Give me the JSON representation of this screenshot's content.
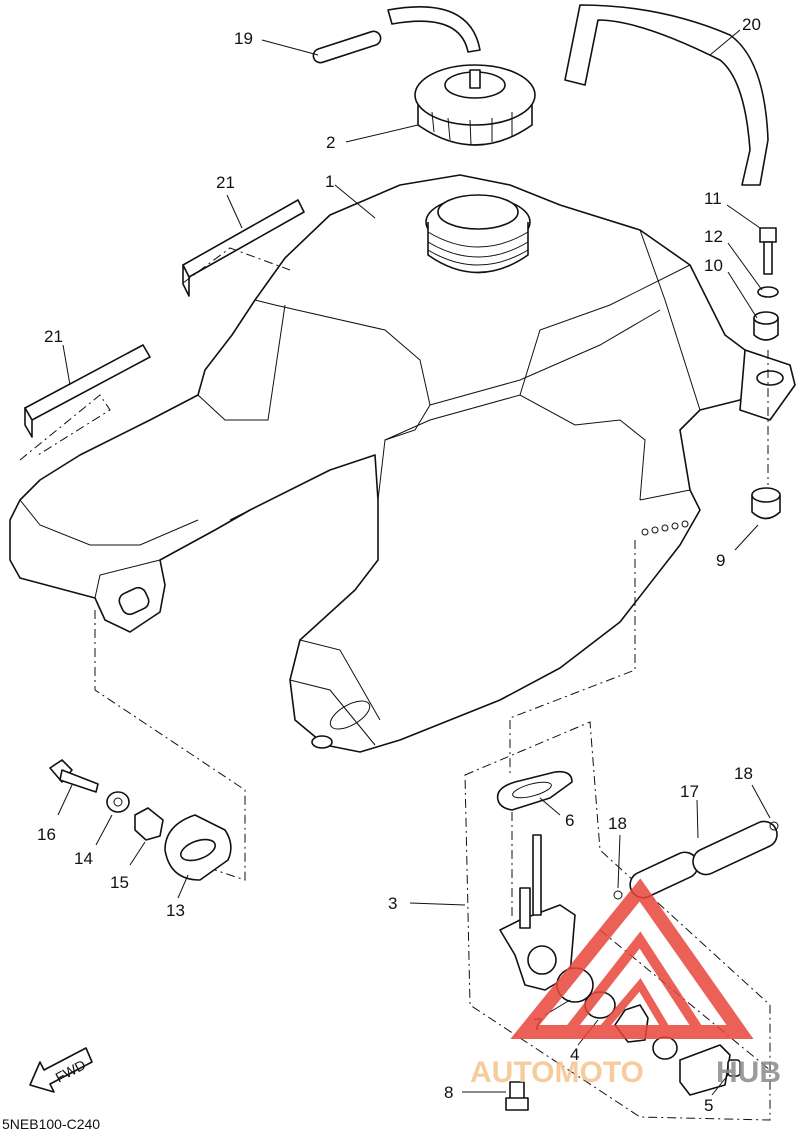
{
  "callouts": {
    "c1": "1",
    "c2": "2",
    "c3": "3",
    "c4": "4",
    "c5": "5",
    "c6": "6",
    "c7": "7",
    "c8": "8",
    "c9": "9",
    "c10": "10",
    "c11": "11",
    "c12": "12",
    "c13": "13",
    "c14": "14",
    "c15": "15",
    "c16": "16",
    "c17": "17",
    "c18a": "18",
    "c18b": "18",
    "c19": "19",
    "c20": "20",
    "c21a": "21",
    "c21b": "21"
  },
  "fwd_label": "FWD",
  "diagram_code": "5NEB100-C240",
  "watermark": {
    "brand_left": "AUTOMOTO",
    "brand_right": "HUB"
  },
  "colors": {
    "line": "#111111",
    "watermark_red": "#e8463c",
    "watermark_orange": "#f5c28c",
    "watermark_grey": "#8a8a8a"
  }
}
